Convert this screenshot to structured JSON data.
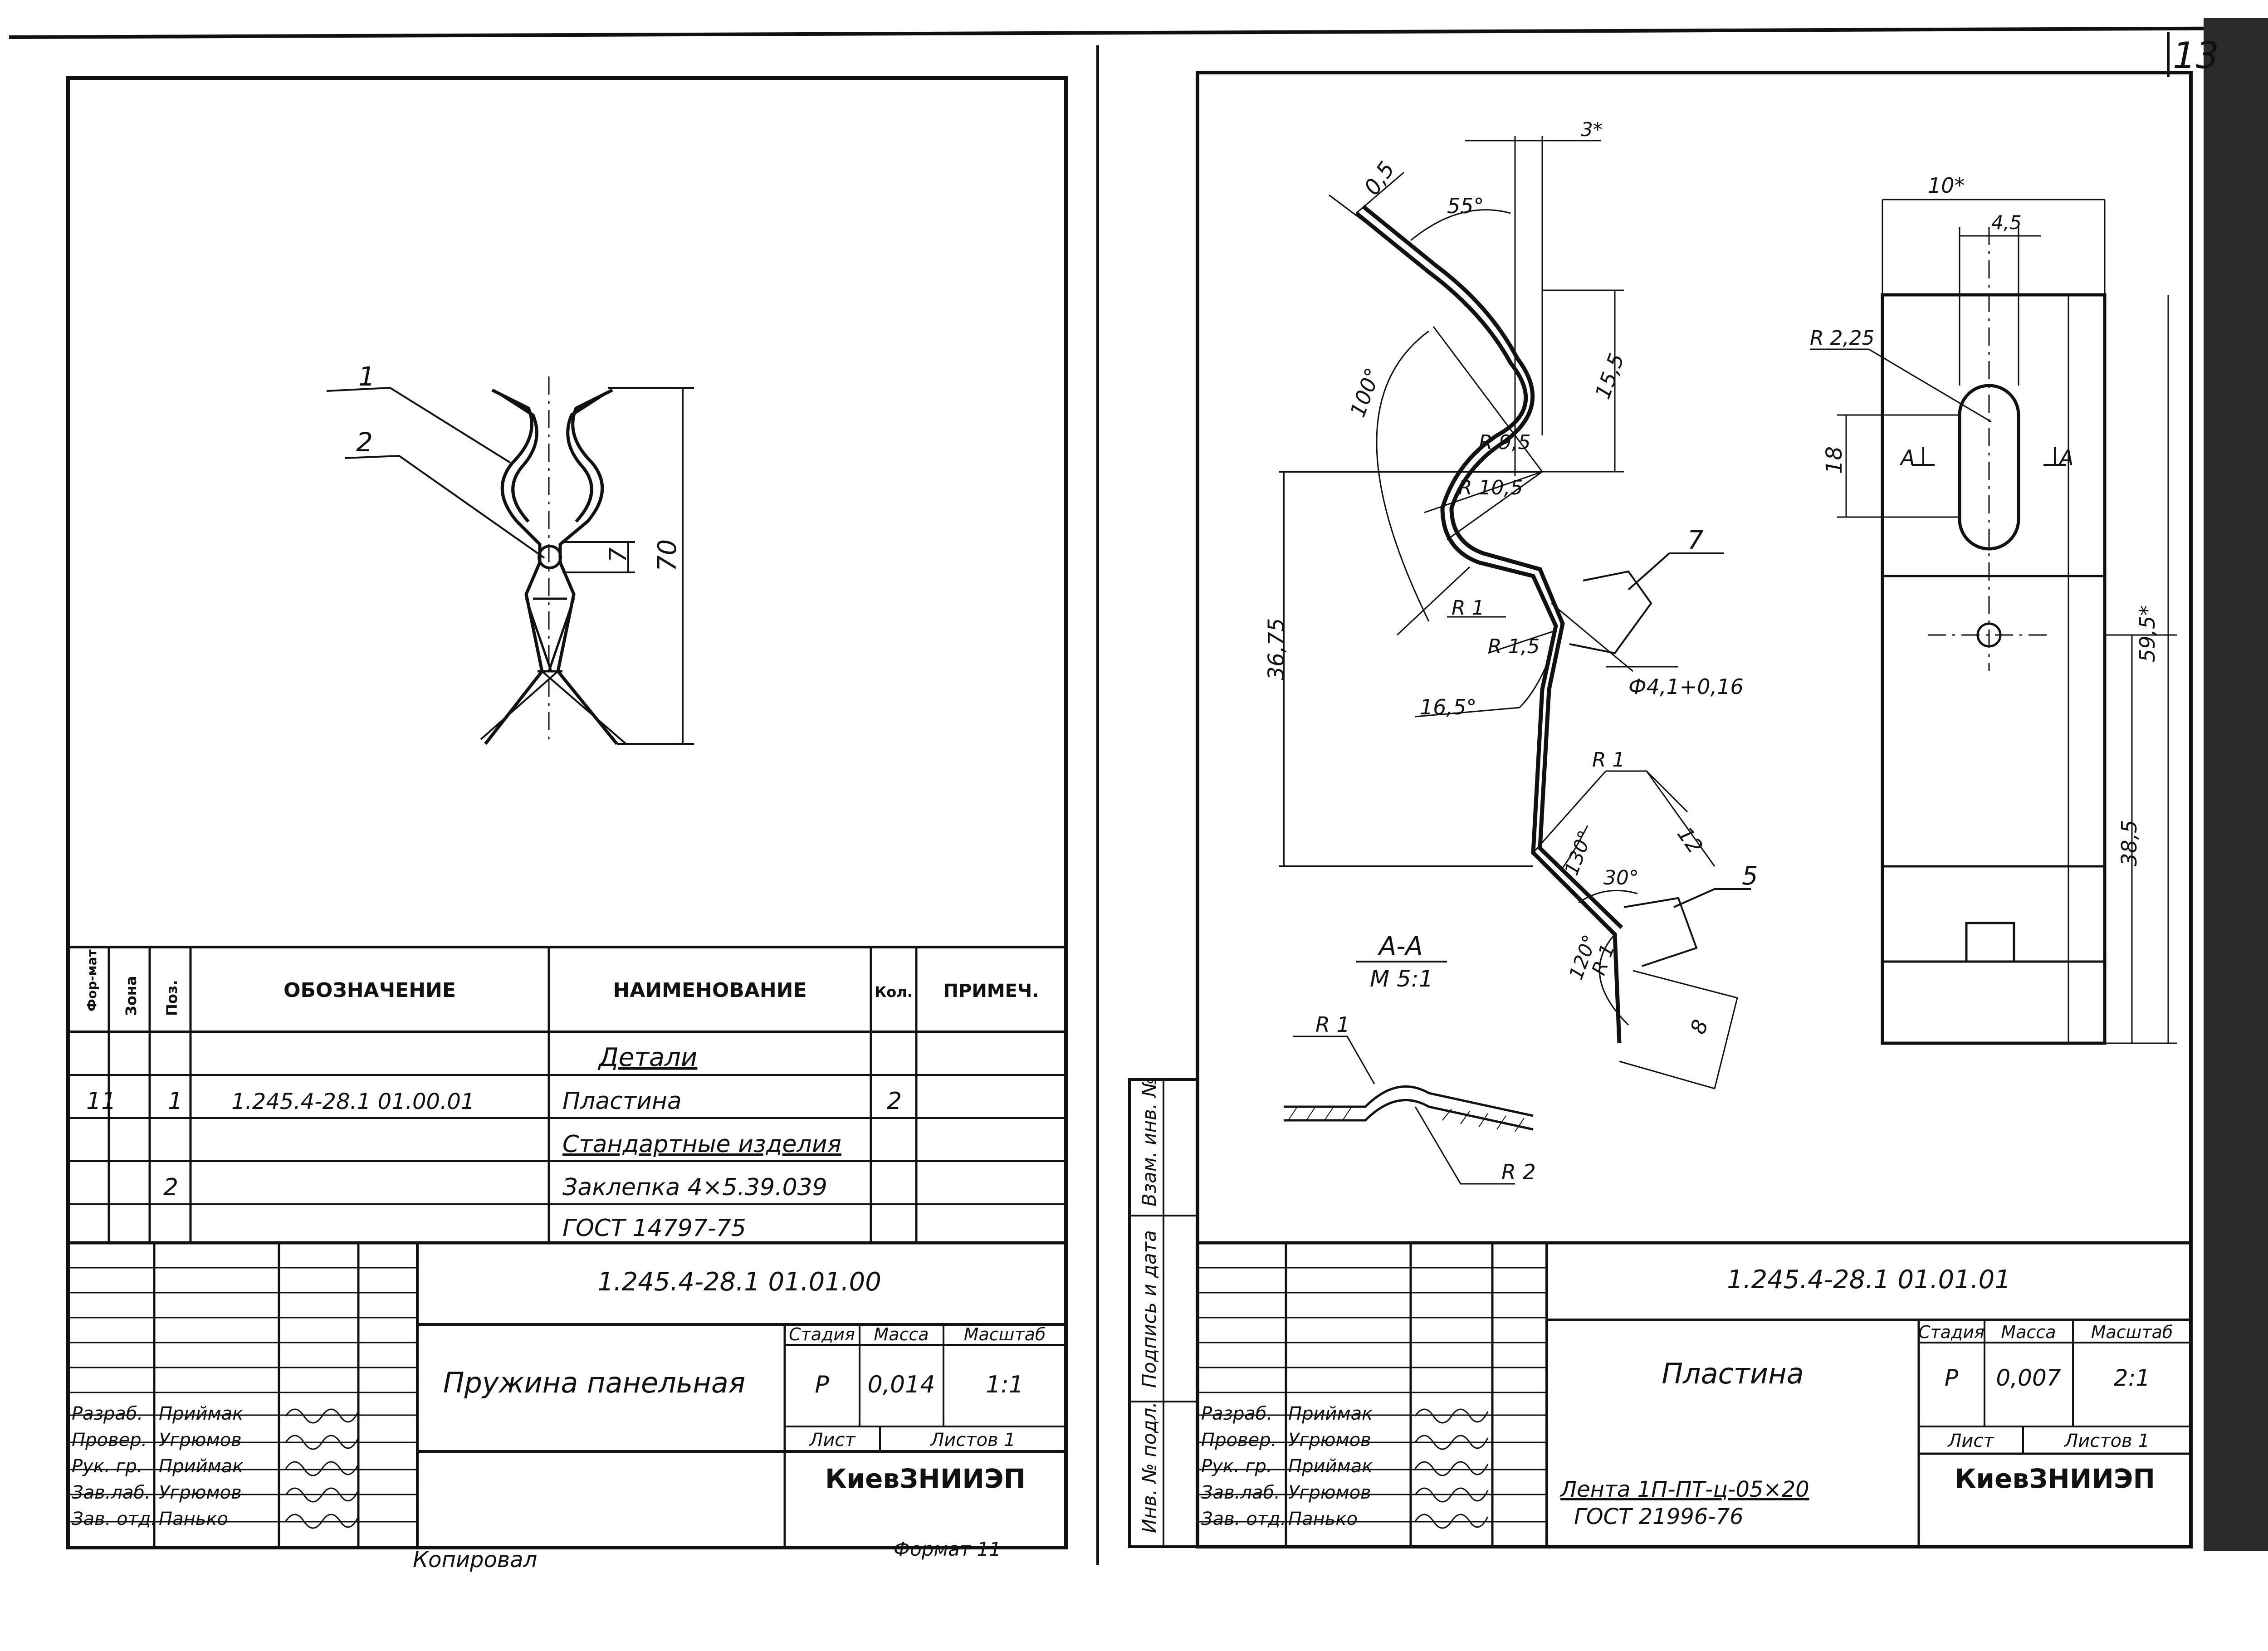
{
  "page_number": "13",
  "left_sheet": {
    "callouts": [
      "1",
      "2"
    ],
    "dims": {
      "hole": "7",
      "height": "70"
    },
    "spec": {
      "headers": {
        "format": "Фор-мат",
        "zone": "Зона",
        "pos": "Поз.",
        "designation": "ОБОЗНАЧЕНИЕ",
        "name": "НАИМЕНОВАНИЕ",
        "qty": "Кол.",
        "note": "ПРИМЕЧ."
      },
      "rows": [
        {
          "format": "",
          "pos": "",
          "designation": "",
          "name": "Детали",
          "qty": ""
        },
        {
          "format": "11",
          "pos": "1",
          "designation": "1.245.4-28.1  01.00.01",
          "name": "Пластина",
          "qty": "2"
        },
        {
          "format": "",
          "pos": "",
          "designation": "",
          "name": "Стандартные изделия",
          "qty": ""
        },
        {
          "format": "",
          "pos": "2",
          "designation": "",
          "name": "Заклепка 4×5.39.039",
          "qty": ""
        },
        {
          "format": "",
          "pos": "",
          "designation": "",
          "name": "ГОСТ 14797-75",
          "qty": ""
        }
      ]
    },
    "title_block": {
      "code": "1.245.4-28.1  01.01.00",
      "title": "Пружина панельная",
      "stage_h": "Стадия",
      "mass_h": "Масса",
      "scale_h": "Масштаб",
      "stage": "Р",
      "mass": "0,014",
      "scale": "1:1",
      "sheet": "Лист",
      "sheets": "Листов 1",
      "org": "КиевЗНИИЭП",
      "people": [
        {
          "role": "Разраб.",
          "name": "Приймак"
        },
        {
          "role": "Провер.",
          "name": "Угрюмов"
        },
        {
          "role": "Рук. гр.",
          "name": "Приймак"
        },
        {
          "role": "Зав.лаб.",
          "name": "Угрюмов"
        },
        {
          "role": "Зав. отд.",
          "name": "Панько"
        }
      ]
    },
    "footer": {
      "copied": "Копировал",
      "format": "Формат 11"
    }
  },
  "right_sheet": {
    "side_labels": [
      "Инв. № подл.",
      "Подпись и дата",
      "Взам. инв. №"
    ],
    "section": {
      "label": "А-А",
      "scale": "М 5:1"
    },
    "dims": [
      "0,5",
      "55°",
      "3*",
      "100°",
      "15,5",
      "R 9,5",
      "R 10,5",
      "R 1",
      "R 1,5",
      "36,75",
      "16,5°",
      "Ф4,1+0,16",
      "R 1",
      "130°",
      "12",
      "30°",
      "120°",
      "R 1",
      "8",
      "10*",
      "4,5",
      "R 2,25",
      "18",
      "А",
      "А",
      "59,5*",
      "38,5",
      "R 1",
      "R 2"
    ],
    "callouts": [
      "7",
      "5"
    ],
    "title_block": {
      "code": "1.245.4-28.1  01.01.01",
      "title": "Пластина",
      "material_1": "Лента 1П-ПТ-ц-05×20",
      "material_2": "ГОСТ 21996-76",
      "stage_h": "Стадия",
      "mass_h": "Масса",
      "scale_h": "Масштаб",
      "stage": "Р",
      "mass": "0,007",
      "scale": "2:1",
      "sheet": "Лист",
      "sheets": "Листов 1",
      "org": "КиевЗНИИЭП",
      "people": [
        {
          "role": "Разраб.",
          "name": "Приймак"
        },
        {
          "role": "Провер.",
          "name": "Угрюмов"
        },
        {
          "role": "Рук. гр.",
          "name": "Приймак"
        },
        {
          "role": "Зав.лаб.",
          "name": "Угрюмов"
        },
        {
          "role": "Зав. отд.",
          "name": "Панько"
        }
      ]
    }
  }
}
